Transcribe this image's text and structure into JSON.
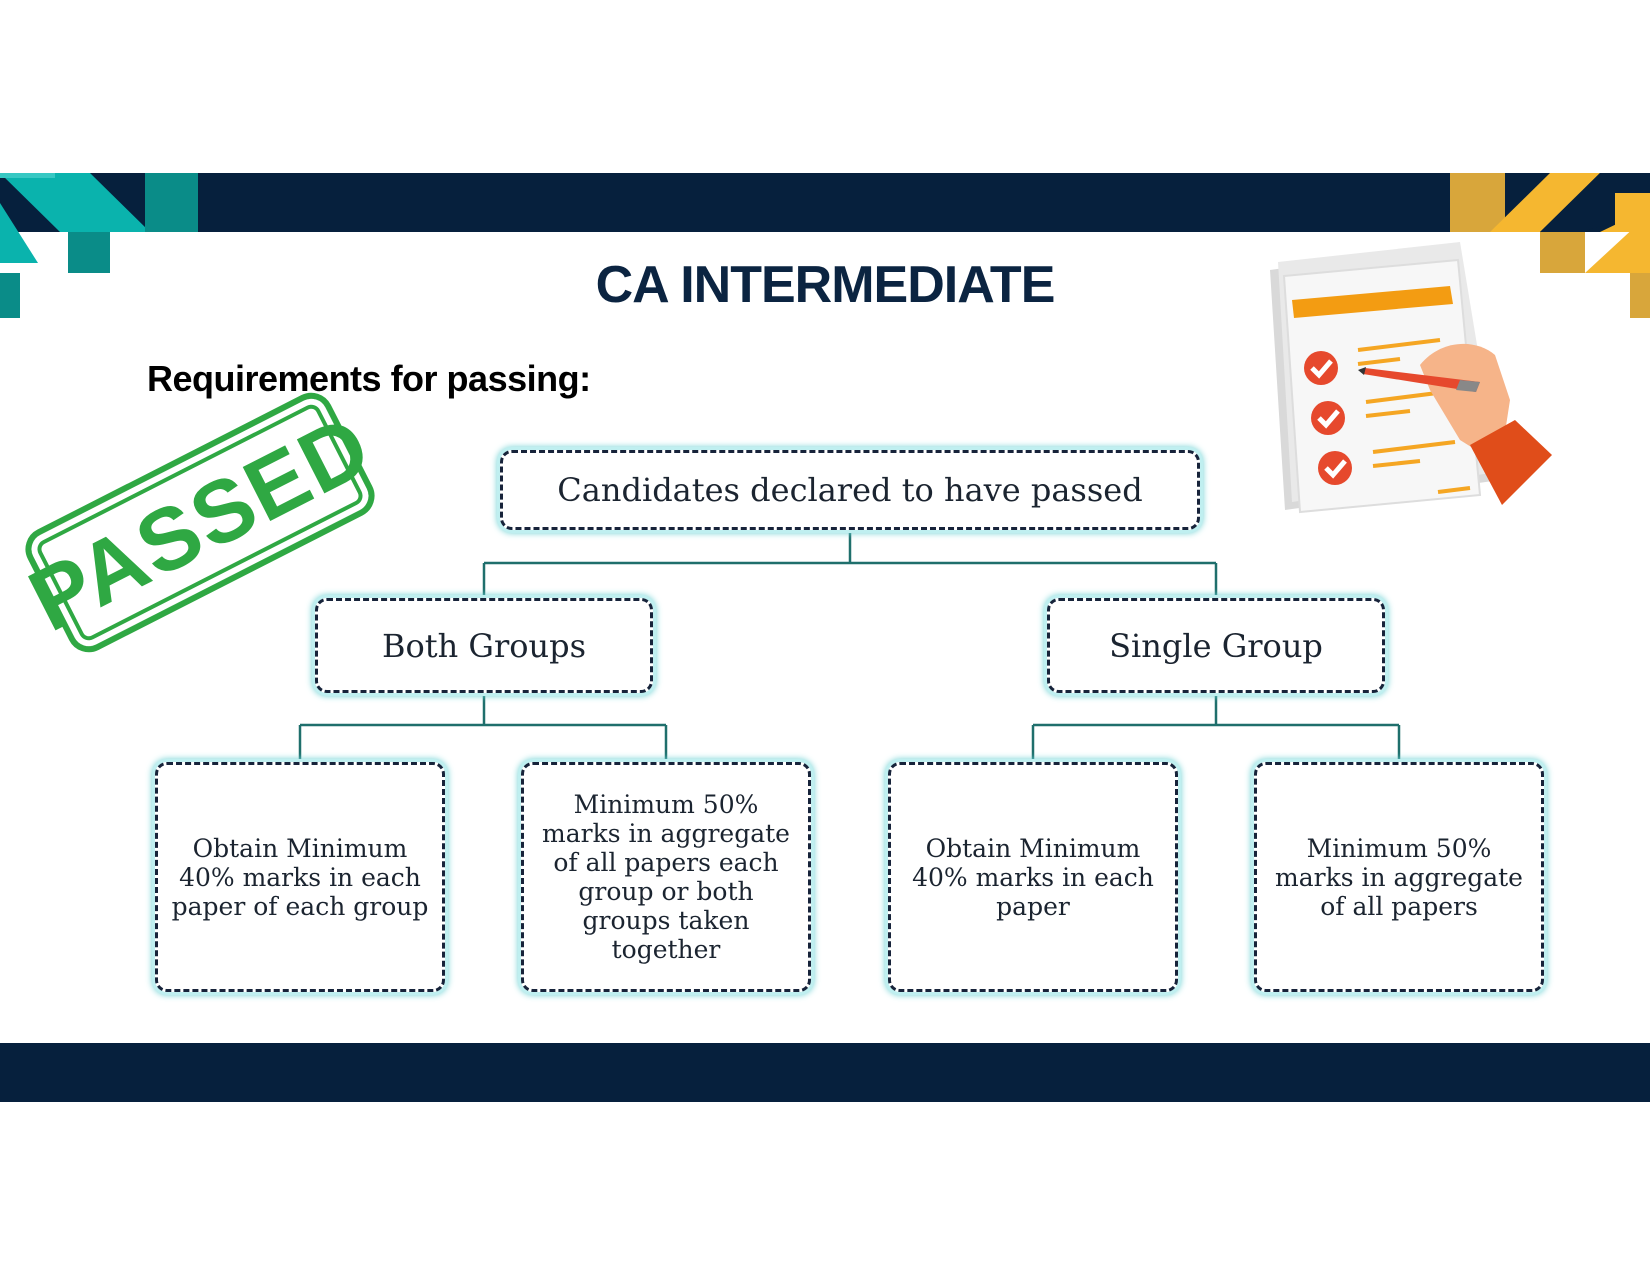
{
  "slide": {
    "title": "CA INTERMEDIATE",
    "subtitle": "Requirements for passing:"
  },
  "stamp": {
    "text": "PASSED",
    "color": "#2fa843"
  },
  "diagram": {
    "root": "Candidates declared to have passed",
    "branches": [
      {
        "label": "Both Groups",
        "leaves": [
          [
            "Obtain Minimum",
            "40% marks in each",
            "paper of each group"
          ],
          [
            "Minimum 50%",
            "marks in aggregate",
            "of all papers each",
            "group or both",
            "groups taken",
            "together"
          ]
        ]
      },
      {
        "label": "Single Group",
        "leaves": [
          [
            "Obtain Minimum",
            "40% marks in each",
            "paper"
          ],
          [
            "Minimum 50%",
            "marks in aggregate",
            "of all papers"
          ]
        ]
      }
    ]
  },
  "colors": {
    "navy": "#06203d",
    "teal": "#0ab3ad",
    "gold": "#f5b730",
    "connector": "#1f6f6c",
    "box_glow": "#6fd2d4"
  },
  "icons": [
    "checklist-document-icon",
    "check-icon",
    "pen-hand-icon",
    "passed-stamp-icon"
  ]
}
